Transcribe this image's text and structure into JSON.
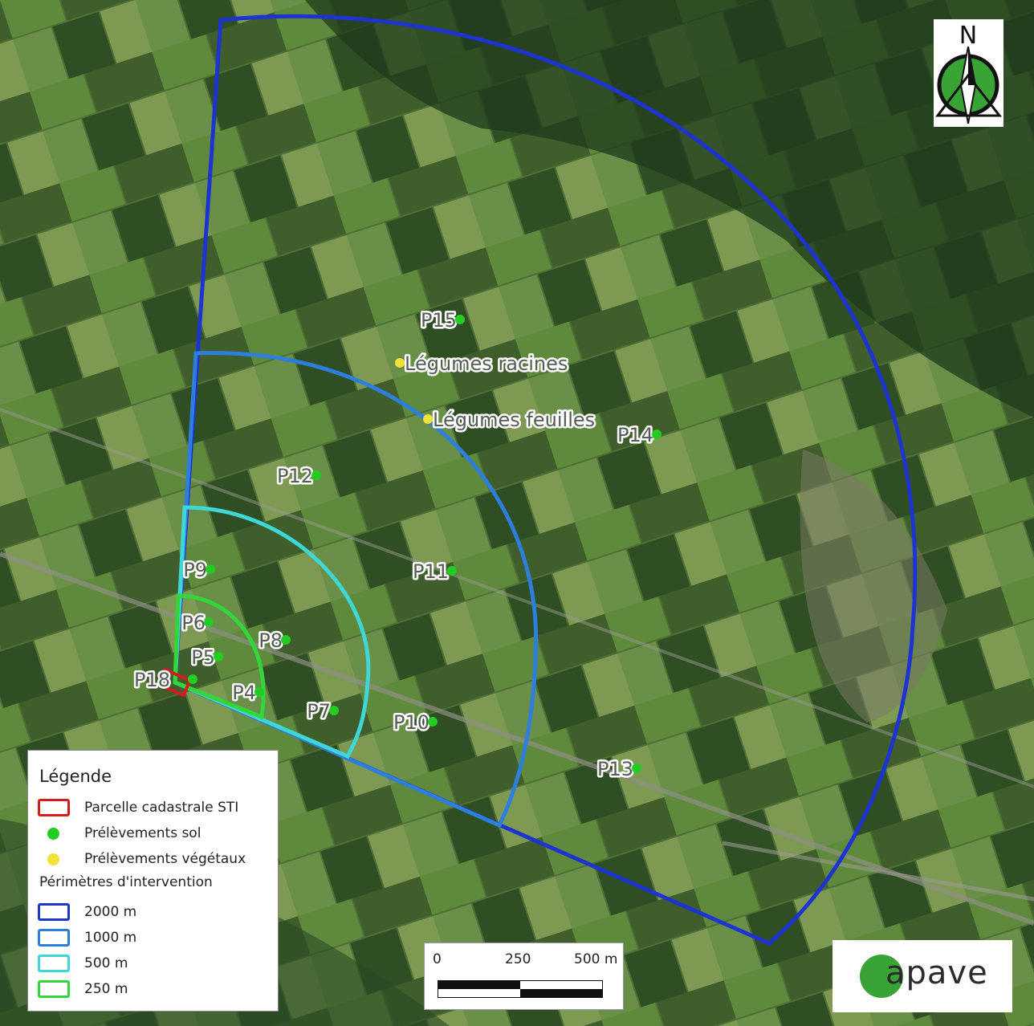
{
  "map": {
    "colors": {
      "perimeter_2000": "#1d34d0",
      "perimeter_1000": "#2e7fdc",
      "perimeter_500": "#3fd6d6",
      "perimeter_250": "#33d63a",
      "parcel": "#d41c1c",
      "soil_sample": "#22cc22",
      "plant_sample": "#f0e23a"
    },
    "samples": [
      {
        "label": "P15",
        "kind": "soil"
      },
      {
        "label": "Légumes racines",
        "kind": "plant"
      },
      {
        "label": "Légumes feuilles",
        "kind": "plant"
      },
      {
        "label": "P14",
        "kind": "soil"
      },
      {
        "label": "P12",
        "kind": "soil"
      },
      {
        "label": "P11",
        "kind": "soil"
      },
      {
        "label": "P9",
        "kind": "soil"
      },
      {
        "label": "P6",
        "kind": "soil"
      },
      {
        "label": "P8",
        "kind": "soil"
      },
      {
        "label": "P5",
        "kind": "soil"
      },
      {
        "label": "P18",
        "kind": "soil"
      },
      {
        "label": "P4",
        "kind": "soil"
      },
      {
        "label": "P7",
        "kind": "soil"
      },
      {
        "label": "P10",
        "kind": "soil"
      },
      {
        "label": "P13",
        "kind": "soil"
      }
    ]
  },
  "legend": {
    "title": "Légende",
    "parcel": "Parcelle cadastrale STI",
    "soil": "Prélèvements sol",
    "plant": "Prélèvements végétaux",
    "perimeters_title": "Périmètres d'intervention",
    "perimeters": [
      "2000 m",
      "1000 m",
      "500 m",
      "250 m"
    ]
  },
  "scale_bar": {
    "ticks": [
      "0",
      "250",
      "500 m"
    ]
  },
  "north_arrow": {
    "label": "N",
    "icon": "north-arrow-icon"
  },
  "logo": {
    "text": "apave",
    "icon": "apave-logo-icon"
  }
}
